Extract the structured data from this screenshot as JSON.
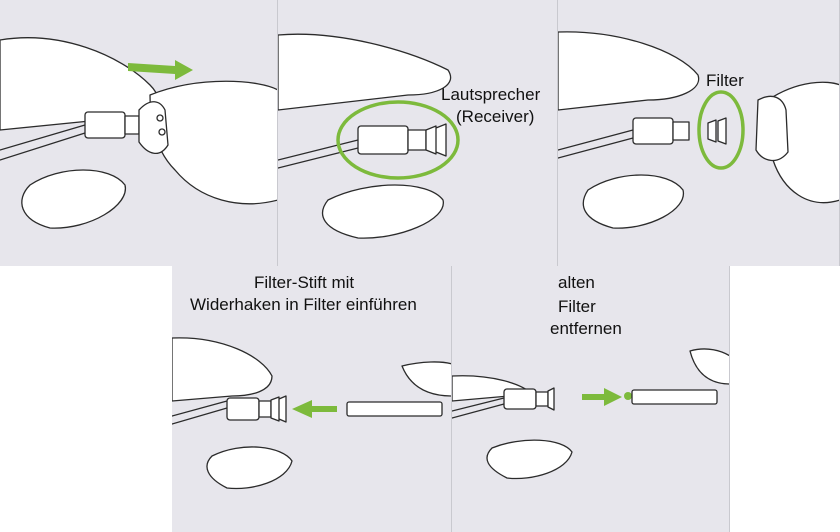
{
  "colors": {
    "accent_green": "#7dba3c",
    "panel_bg": "#e7e6ec",
    "line": "#2b2b2b"
  },
  "steps": [
    {
      "id": "step-1",
      "label": ""
    },
    {
      "id": "step-2",
      "label_line1": "Lautsprecher",
      "label_line2": "(Receiver)"
    },
    {
      "id": "step-3",
      "label": "Filter"
    },
    {
      "id": "step-4",
      "label_line1": "Filter-Stift mit",
      "label_line2": "Widerhaken in Filter einführen"
    },
    {
      "id": "step-5",
      "label_line1": "alten",
      "label_line2": "Filter",
      "label_line3": "entfernen"
    }
  ],
  "icons": [
    "arrow-right-icon",
    "highlight-circle-icon",
    "arrow-left-icon"
  ]
}
